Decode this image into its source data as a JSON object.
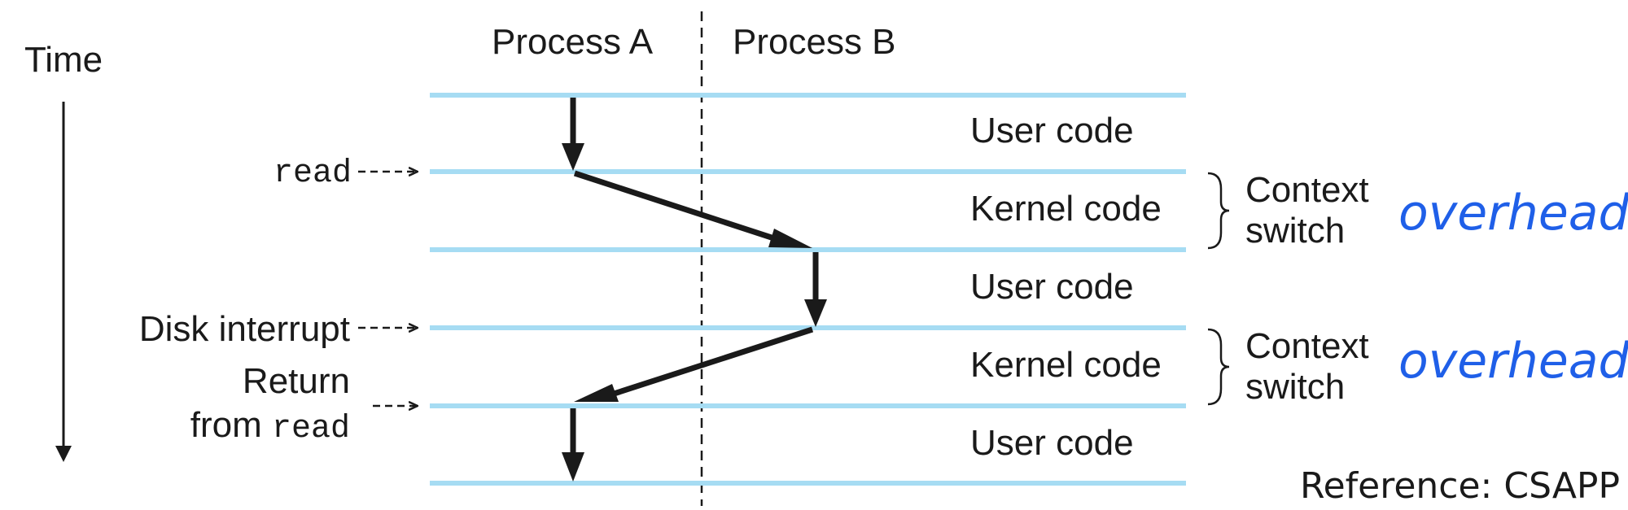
{
  "time_label": "Time",
  "process_a": "Process A",
  "process_b": "Process B",
  "bands": [
    "User code",
    "Kernel code",
    "User code",
    "Kernel code",
    "User code"
  ],
  "events": {
    "read_call": "read",
    "disk_interrupt": "Disk interrupt",
    "return_line1": "Return",
    "return_from": "from ",
    "return_read": "read"
  },
  "context_switch": [
    {
      "line1": "Context",
      "line2": "switch",
      "note": "overhead"
    },
    {
      "line1": "Context",
      "line2": "switch",
      "note": "overhead"
    }
  ],
  "reference": "Reference: CSAPP",
  "colors": {
    "timeline": "#a6dcf3",
    "arrow": "#1a1a1a",
    "handwriting": "#1f5fe8"
  }
}
